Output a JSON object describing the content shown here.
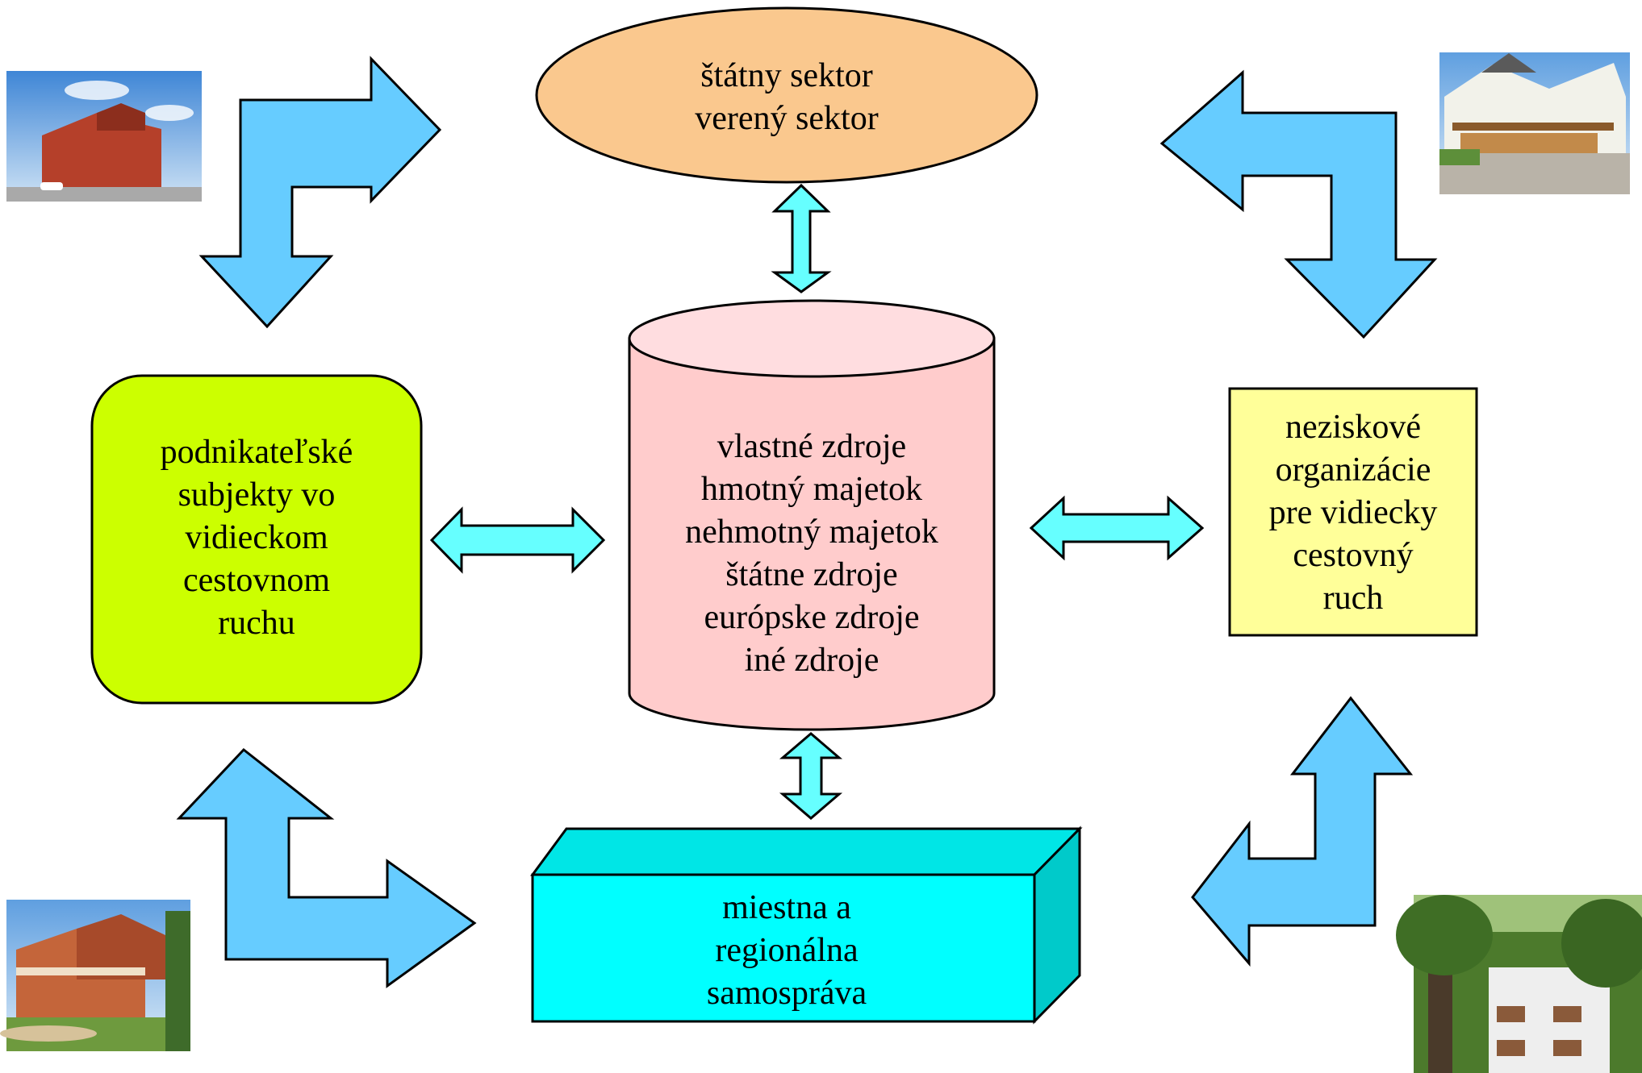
{
  "nodes": {
    "state_sector": {
      "lines": [
        "štátny sektor",
        "verený sektor"
      ],
      "color": "#fac88e"
    },
    "resources": {
      "lines": [
        "vlastné zdroje",
        "hmotný majetok",
        "nehmotný majetok",
        "štátne zdroje",
        "európske zdroje",
        "iné zdroje"
      ],
      "color": "#ffcccc",
      "top_color": "#ffdde0"
    },
    "business": {
      "lines": [
        "podnikateľské",
        "subjekty vo",
        "vidieckom",
        "cestovnom",
        "ruchu"
      ],
      "color": "#ccff00"
    },
    "nonprofit": {
      "lines": [
        "neziskové",
        "organizácie",
        "pre vidiecky",
        "cestovný",
        "ruch"
      ],
      "color": "#ffff99"
    },
    "self_government": {
      "lines": [
        "miestna a",
        "regionálna",
        "samospráva"
      ],
      "color": "#00ffff",
      "top_color": "#00e6e6",
      "side_color": "#00caca"
    }
  },
  "arrow_colors": {
    "small": "#66ffff",
    "large": "#66ccff"
  },
  "photos": [
    {
      "name": "red-historic-building-photo"
    },
    {
      "name": "guesthouse-with-terrace-photo"
    },
    {
      "name": "red-roof-hotel-photo"
    },
    {
      "name": "apartment-building-in-trees-photo"
    }
  ]
}
